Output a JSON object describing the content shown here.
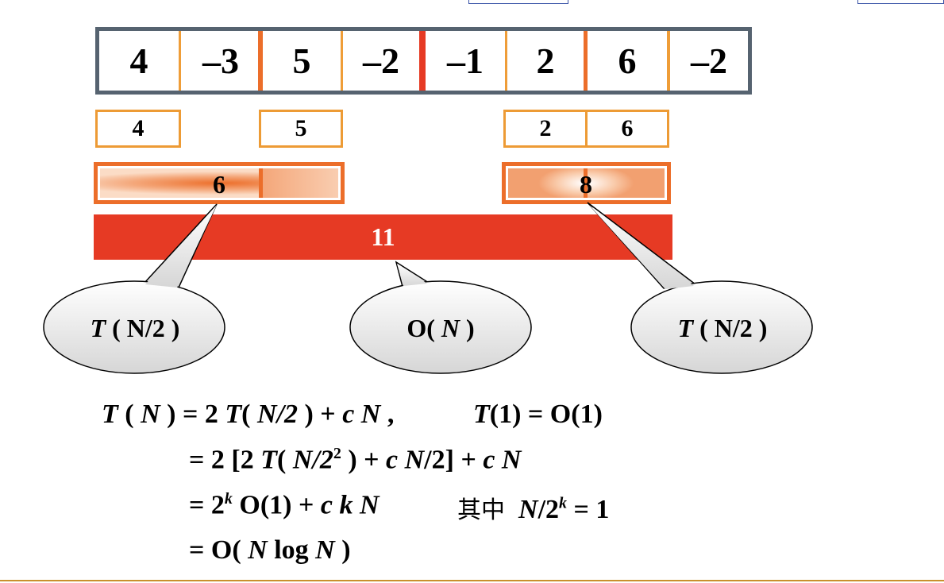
{
  "array": {
    "values": [
      "4",
      "–3",
      "5",
      "–2",
      "–1",
      "2",
      "6",
      "–2"
    ]
  },
  "level1": {
    "left": [
      "4",
      "5"
    ],
    "right": [
      "2",
      "6"
    ]
  },
  "level2": {
    "left_sum": "6",
    "right_sum": "8"
  },
  "total": "11",
  "callouts": {
    "left": {
      "fn": "T",
      "arg": "N/2"
    },
    "middle": {
      "fn": "O",
      "arg": "N"
    },
    "right": {
      "fn": "T",
      "arg": "N/2"
    }
  },
  "equations": {
    "line1": {
      "t": "T",
      "n": "N",
      "eq": " ) = 2 ",
      "t2": "T",
      "open": "( ",
      "n2": "N/2",
      "plus": " ) + ",
      "c": "c",
      "sp": " ",
      "n3": "N",
      "comma": " ,",
      "t1": "T",
      "base": "(1) = O(1)"
    },
    "line2": {
      "pre": "= 2 [2 ",
      "t": "T",
      "open": "( ",
      "n": "N/2",
      "exp": "2",
      "mid": " ) + ",
      "c": "c",
      "n2": " N",
      "post": "/2] + ",
      "c2": "c",
      "n3": "N"
    },
    "line3": {
      "pre": "= 2",
      "exp": "k",
      "mid": " O(1) + ",
      "c": "c",
      "k": "k",
      "n": "N",
      "cjk": "其中",
      "n2": "N",
      "div": "/2",
      "exp2": "k",
      "post": " = 1"
    },
    "line4": {
      "pre": "= O( ",
      "n": "N",
      "log": " log ",
      "n2": "N",
      "post": " )"
    }
  }
}
